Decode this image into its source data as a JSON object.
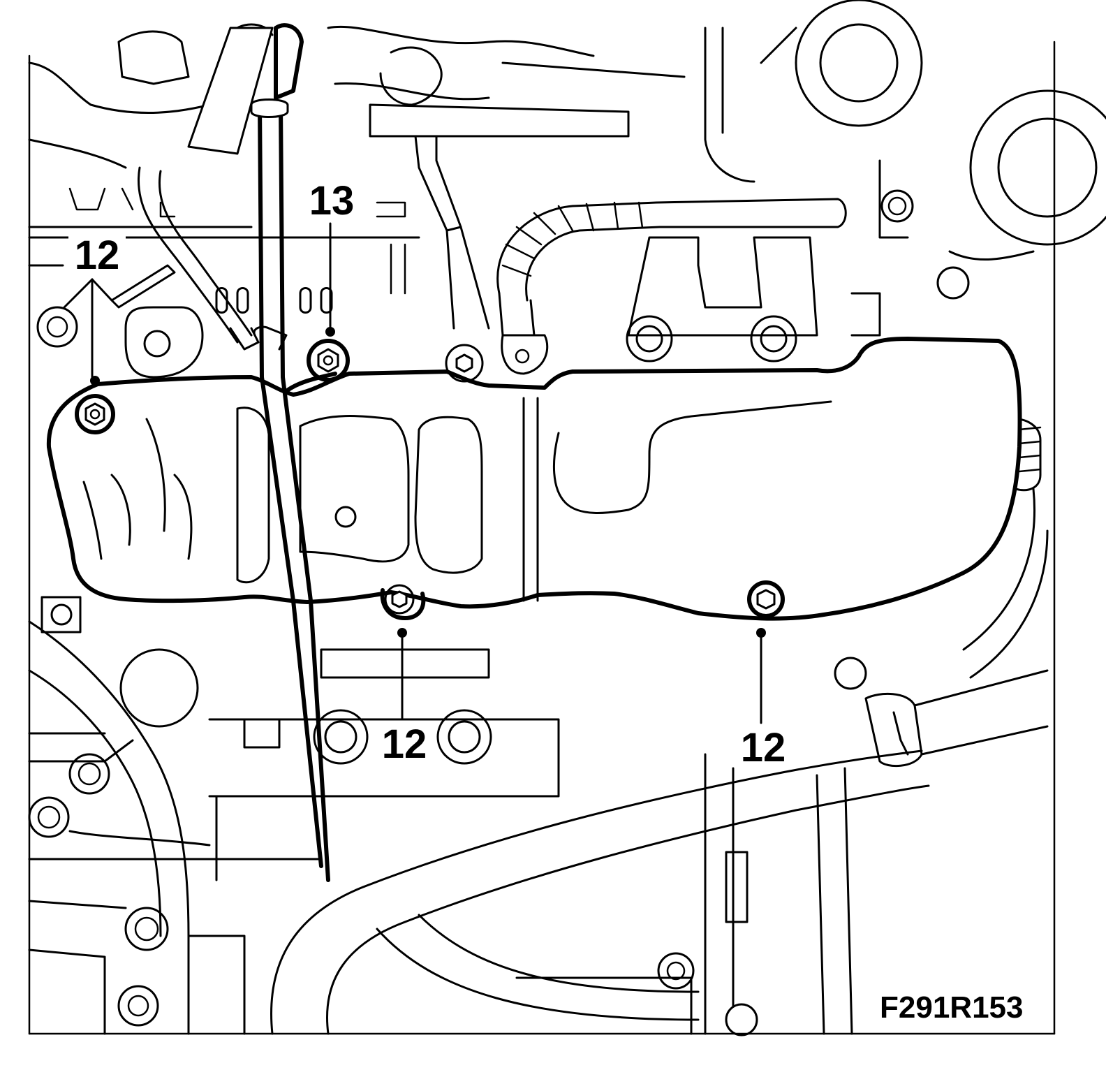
{
  "callouts": [
    {
      "id": "12-left",
      "text": "12"
    },
    {
      "id": "13",
      "text": "13"
    },
    {
      "id": "12-bottom-mid",
      "text": "12"
    },
    {
      "id": "12-bottom-right",
      "text": "12"
    }
  ],
  "figure_code": "F291R153",
  "colors": {
    "line": "#000000",
    "background": "#ffffff"
  }
}
